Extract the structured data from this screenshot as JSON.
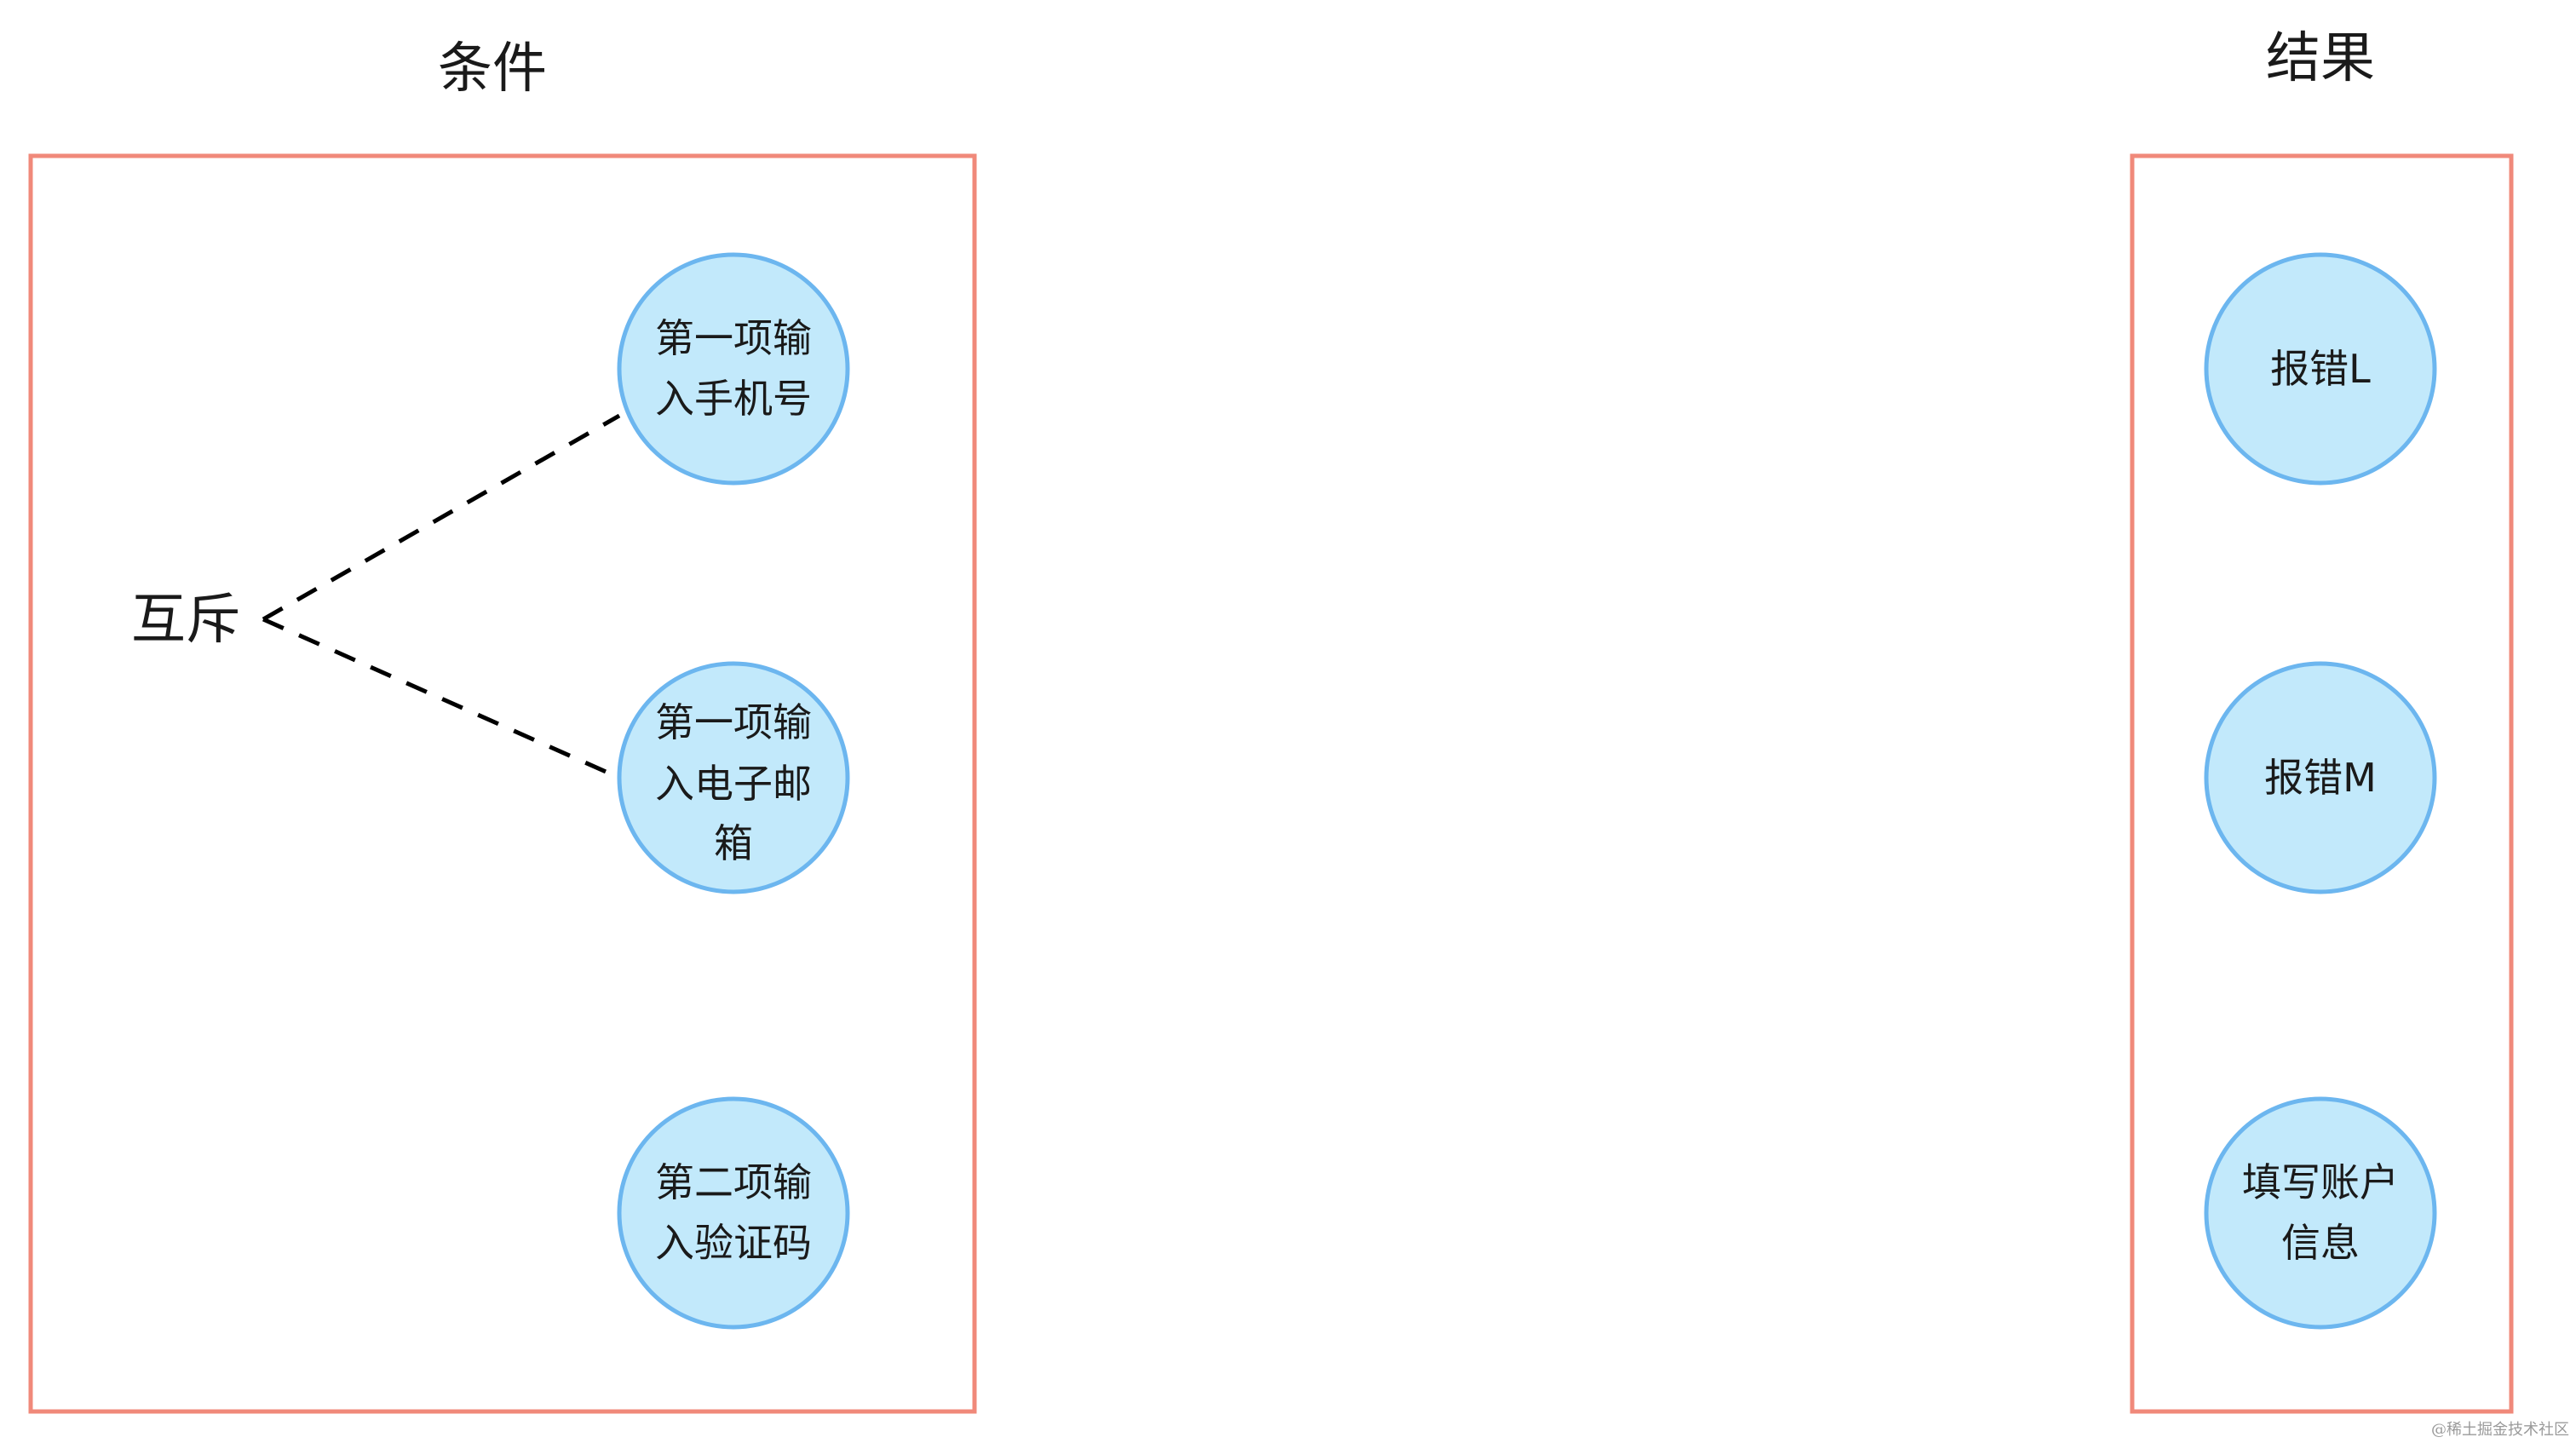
{
  "conditions": {
    "title": "条件",
    "relation_label": "互斥",
    "nodes": [
      {
        "id": "phone",
        "lines": [
          "第一项输",
          "入手机号"
        ]
      },
      {
        "id": "email",
        "lines": [
          "第一项输",
          "入电子邮",
          "箱"
        ]
      },
      {
        "id": "captcha",
        "lines": [
          "第二项输",
          "入验证码"
        ]
      }
    ]
  },
  "results": {
    "title": "结果",
    "nodes": [
      {
        "id": "error-l",
        "lines": [
          "报错L"
        ]
      },
      {
        "id": "error-m",
        "lines": [
          "报错M"
        ]
      },
      {
        "id": "fill-account",
        "lines": [
          "填写账户",
          "信息"
        ]
      }
    ]
  },
  "watermark": "@稀土掘金技术社区",
  "colors": {
    "box_border": "#f0897a",
    "node_fill": "#c2e9fb",
    "node_border": "#6cb6ef",
    "link": "#000000"
  }
}
